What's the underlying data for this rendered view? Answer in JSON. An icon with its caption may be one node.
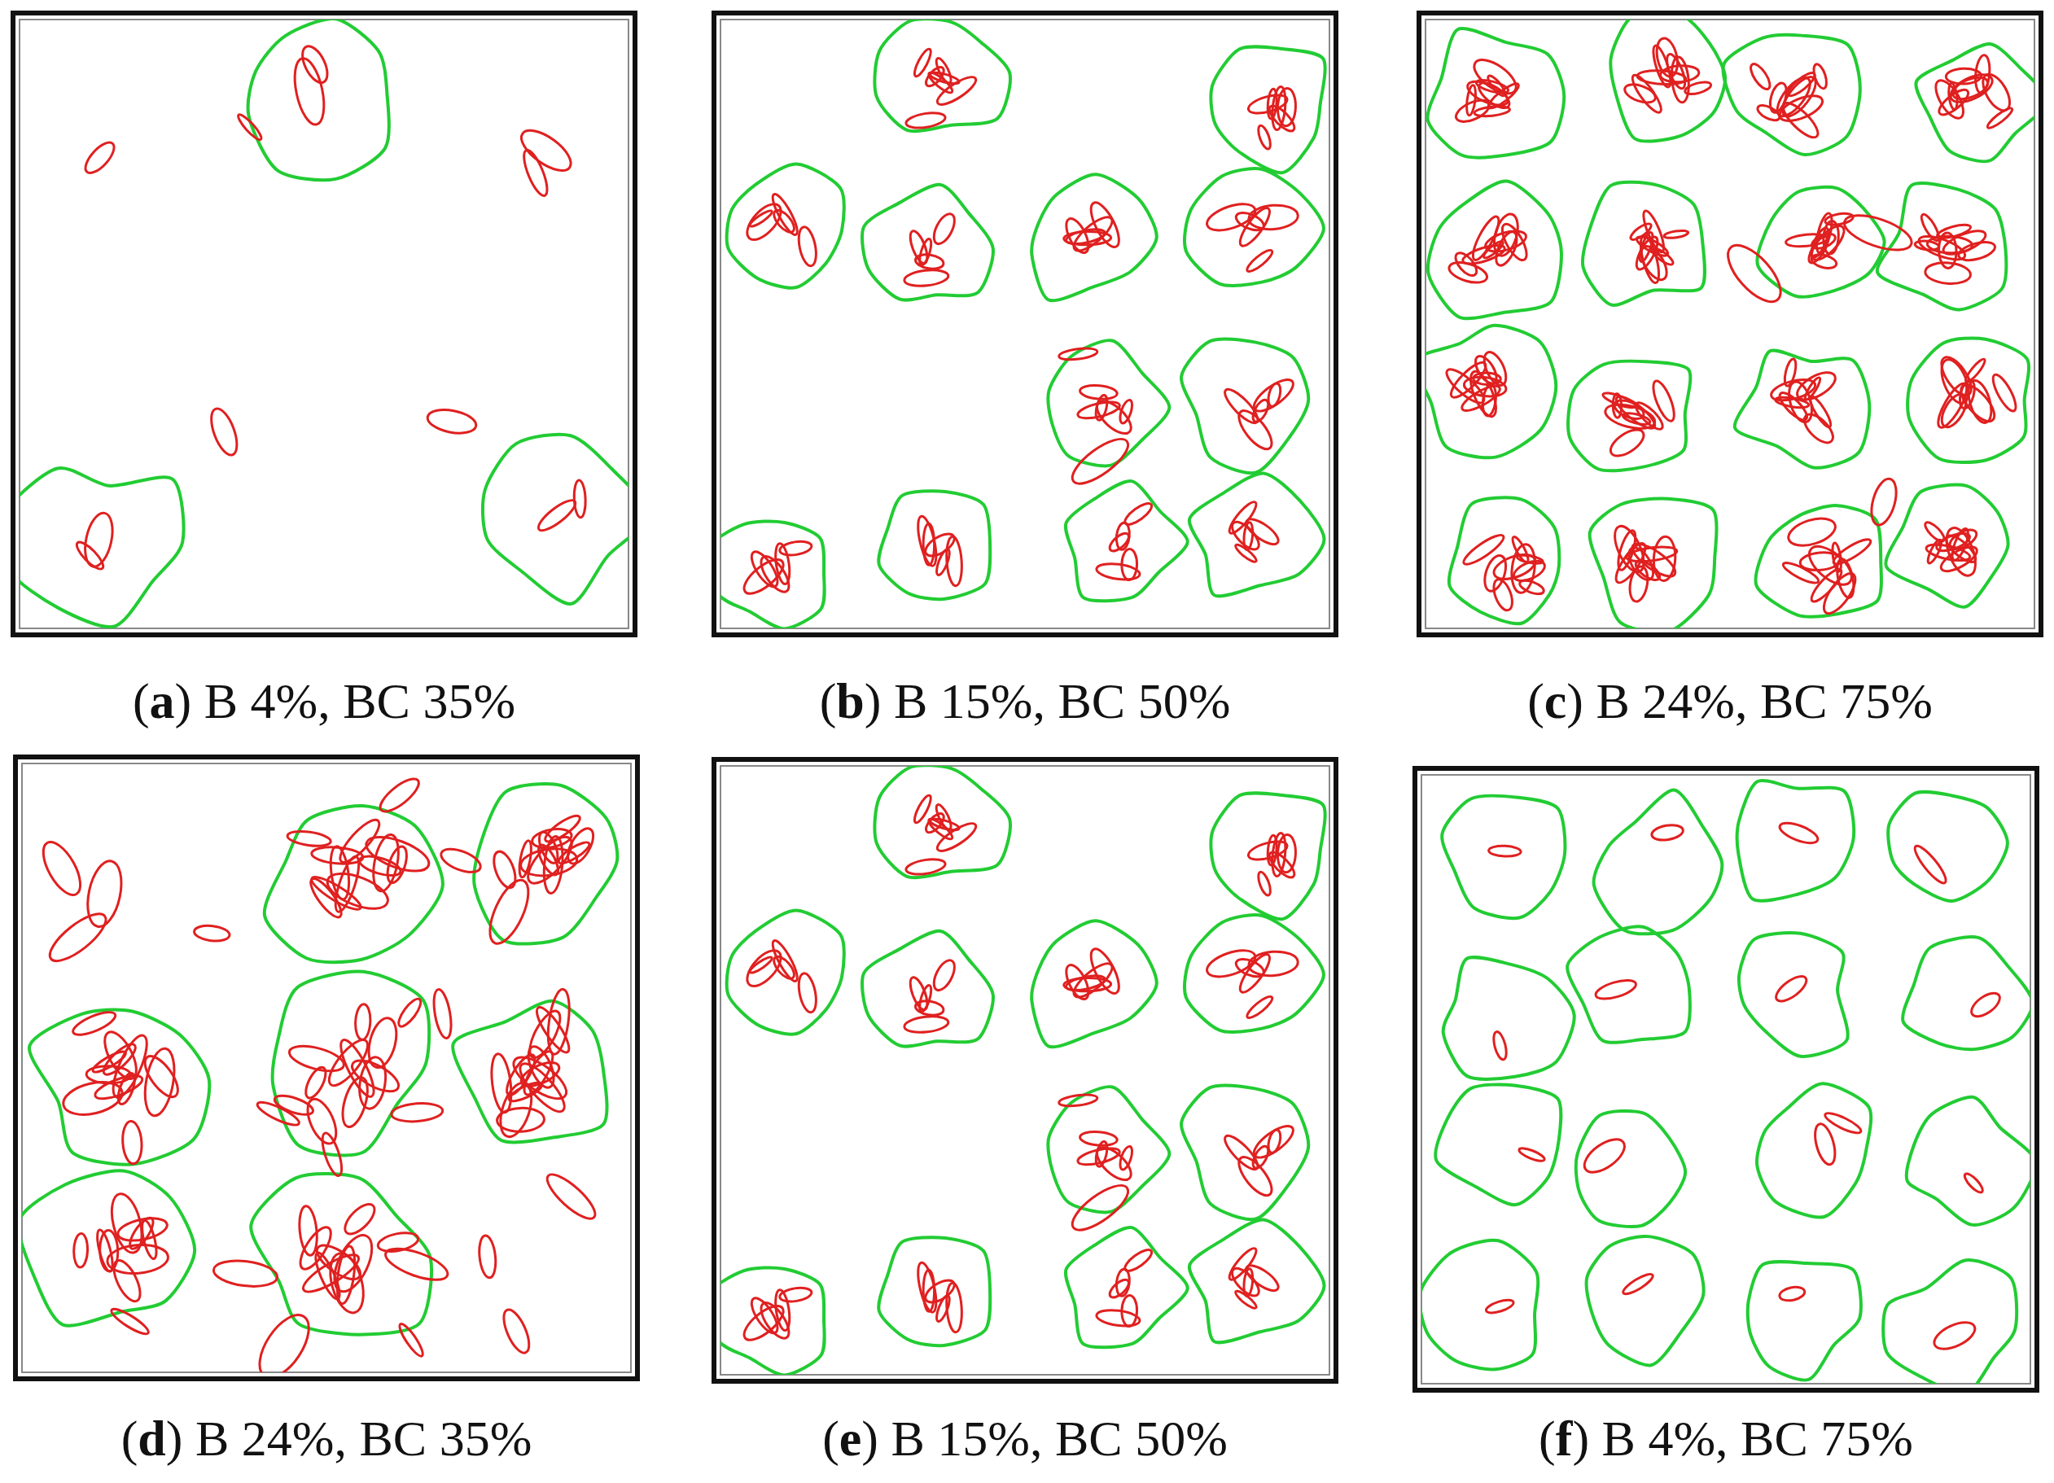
{
  "diagram": {
    "labels": [
      "(**a**) B 4%, BC 35%",
      "(**b**) B 15%, BC 50%",
      "(**c**) B 24%, BC 75%",
      "(**d**) B 24%, BC 35%",
      "(**e**) B 15%, BC 50%",
      "(**f**) B 4%, BC 75%"
    ]
  }
}
